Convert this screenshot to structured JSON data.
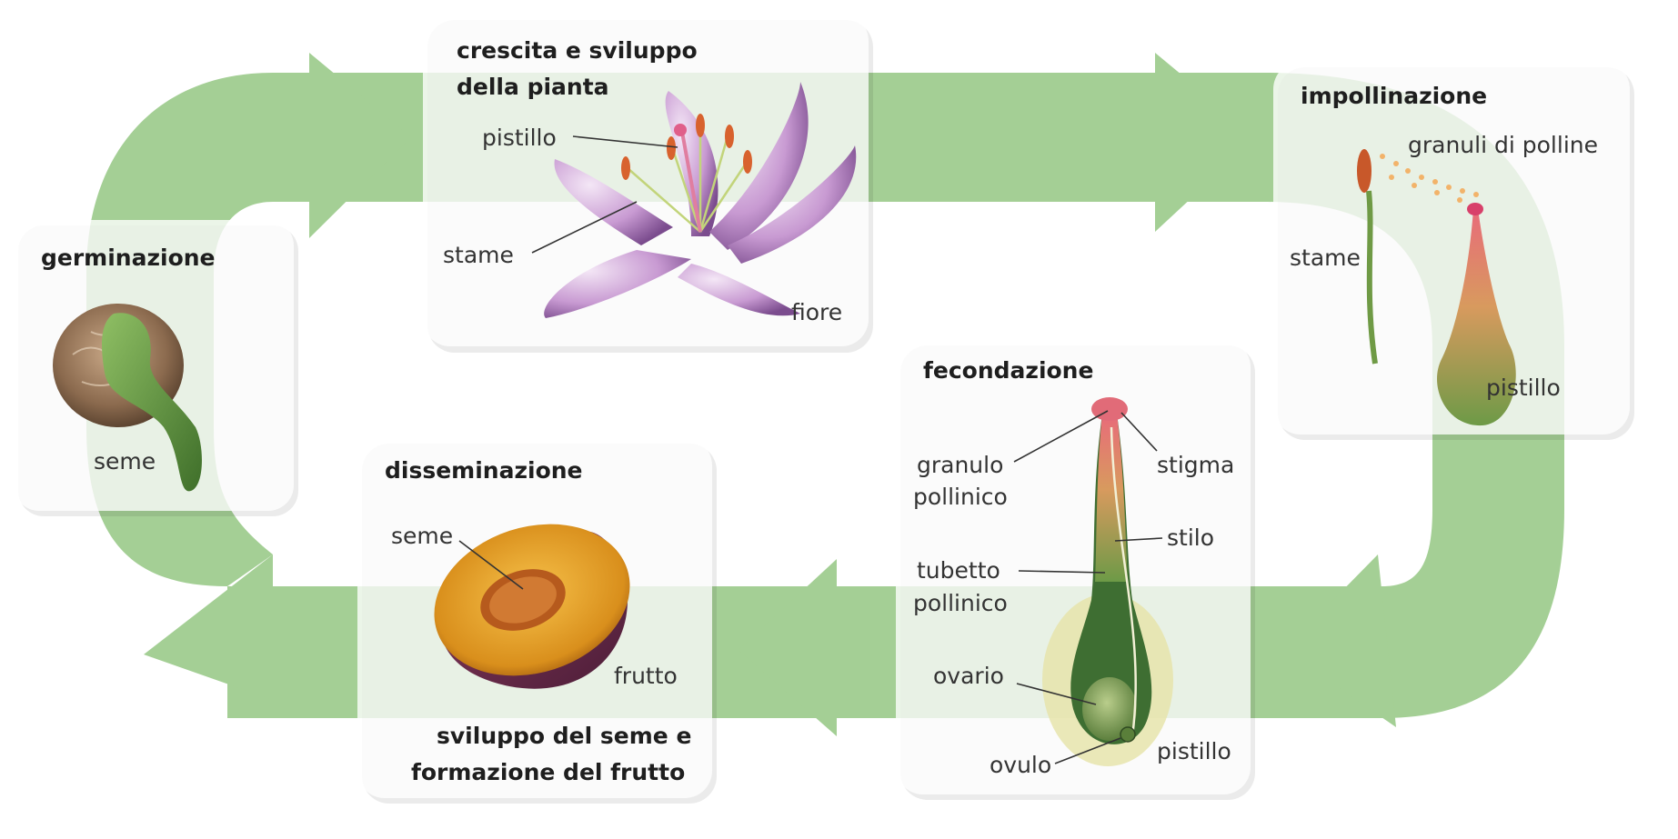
{
  "colors": {
    "arrow": "#a4cf95",
    "card": "#ffffff",
    "text": "#2a2a2a"
  },
  "stages": {
    "germinazione": {
      "title": "germinazione",
      "seed_label": "seme"
    },
    "crescita": {
      "title_line1": "crescita e sviluppo",
      "title_line2": "della pianta",
      "pistil_label": "pistillo",
      "stamen_label": "stame",
      "flower_label": "fiore"
    },
    "impollinazione": {
      "title": "impollinazione",
      "pollen_label": "granuli di polline",
      "stamen_label": "stame",
      "pistil_label": "pistillo"
    },
    "fecondazione": {
      "title": "fecondazione",
      "pollen_grain_line1": "granulo",
      "pollen_grain_line2": "pollinico",
      "stigma_label": "stigma",
      "style_label": "stilo",
      "tube_line1": "tubetto",
      "tube_line2": "pollinico",
      "ovary_label": "ovario",
      "ovule_label": "ovulo",
      "pistil_label": "pistillo"
    },
    "disseminazione": {
      "title": "disseminazione",
      "seed_label": "seme",
      "fruit_label": "frutto"
    },
    "sviluppo": {
      "title_line1": "sviluppo del seme e",
      "title_line2": "formazione del frutto"
    }
  }
}
